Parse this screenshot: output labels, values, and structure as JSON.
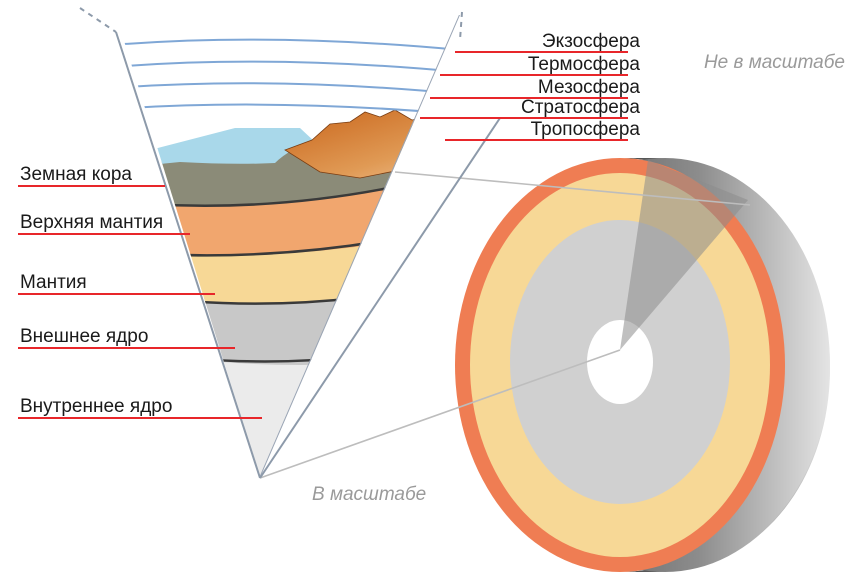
{
  "atmosphere_labels": {
    "exosphere": "Экзосфера",
    "thermosphere": "Термосфера",
    "mesosphere": "Мезосфера",
    "stratosphere": "Стратосфера",
    "troposphere": "Тропосфера"
  },
  "layer_labels": {
    "crust": "Земная кора",
    "upper_mantle": "Верхняя мантия",
    "mantle": "Мантия",
    "outer_core": "Внешнее ядро",
    "inner_core": "Внутреннее ядро"
  },
  "notes": {
    "not_to_scale": "Не в масштабе",
    "to_scale": "В масштабе"
  },
  "colors": {
    "leader_line": "#e8262a",
    "ocean": "#a9d8ea",
    "crust": "#8b8b78",
    "upper_mantle": "#f1a66e",
    "mantle": "#f7d896",
    "outer_core": "#c8c8c8",
    "inner_core": "#ebebeb",
    "sphere_rim": "#ef7d53",
    "atmosphere_line": "#7fa7d6"
  }
}
